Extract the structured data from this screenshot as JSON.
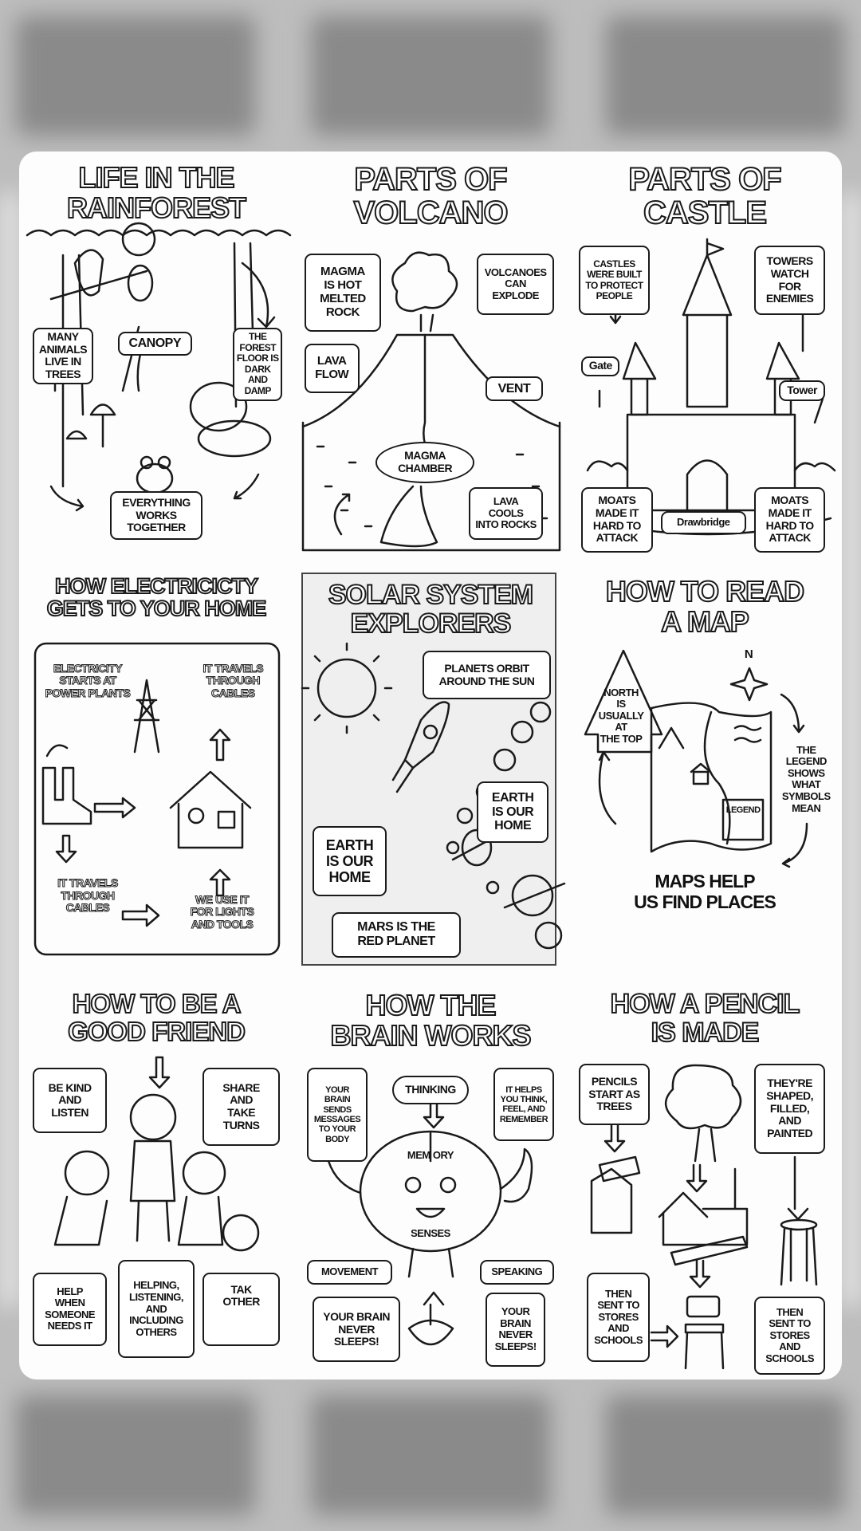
{
  "panels": [
    {
      "title": "LIFE IN THE\nRAINFOREST",
      "labels": [
        "MANY\nANIMALS\nLIVE IN\nTREES",
        "CANOPY",
        "THE\nFOREST\nFLOOR IS\nDARK\nAND DAMP",
        "EVERYTHING\nWORKS\nTOGETHER"
      ]
    },
    {
      "title": "PARTS OF\nVOLCANO",
      "labels": [
        "MAGMA\nIS HOT\nMELTED\nROCK",
        "VOLCANOES\nCAN\nEXPLODE",
        "LAVA\nFLOW",
        "VENT",
        "MAGMA\nCHAMBER",
        "LAVA\nCOOLS\nINTO ROCKS"
      ]
    },
    {
      "title": "PARTS OF\nCASTLE",
      "labels": [
        "CASTLES\nWERE BUILT\nTO PROTECT\nPEOPLE",
        "TOWERS\nWATCH\nFOR\nENEMIES",
        "Gate",
        "Tower",
        "MOATS\nMADE IT\nHARD TO\nATTACK",
        "Drawbridge",
        "MOATS\nMADE IT\nHARD TO\nATTACK"
      ]
    },
    {
      "title": "HOW ELECTRICICTY\nGETS TO YOUR HOME",
      "labels": [
        "ELECTRICITY\nSTARTS AT\nPOWER PLANTS",
        "IT TRAVELS\nTHROUGH\nCABLES",
        "IT TRAVELS\nTHROUGH\nCABLES",
        "WE USE IT\nFOR LIGHTS\nAND TOOLS"
      ]
    },
    {
      "title": "SOLAR SYSTEM\nEXPLORERS",
      "labels": [
        "PLANETS ORBIT\nAROUND THE SUN",
        "EARTH\nIS OUR\nHOME",
        "EARTH\nIS OUR\nHOME",
        "MARS IS THE\nRED PLANET"
      ]
    },
    {
      "title": "HOW TO READ\nA MAP",
      "labels": [
        "N",
        "NORTH\nIS\nUSUALLY\nAT\nTHE TOP",
        "THE\nLEGEND\nSHOWS\nWHAT\nSYMBOLS\nMEAN",
        "LEGEND",
        "MAPS HELP\nUS FIND PLACES"
      ]
    },
    {
      "title": "HOW TO BE A\nGOOD FRIEND",
      "labels": [
        "BE KIND\nAND\nLISTEN",
        "SHARE\nAND\nTAKE\nTURNS",
        "HELP\nWHEN\nSOMEONE\nNEEDS IT",
        "HELPING,\nLISTENING,\nAND\nINCLUDING\nOTHERS",
        "TAK\nOTHER"
      ]
    },
    {
      "title": "HOW THE\nBRAIN WORKS",
      "labels": [
        "YOUR\nBRAIN\nSENDS\nMESSAGES\nTO YOUR\nBODY",
        "THINKING",
        "IT HELPS\nYOU THINK,\nFEEL, AND\nREMEMBER",
        "MEM ORY",
        "SENSES",
        "MOVEMENT",
        "SPEAKING",
        "YOUR BRAIN\nNEVER\nSLEEPS!",
        "YOUR\nBRAIN\nNEVER\nSLEEPS!"
      ]
    },
    {
      "title": "HOW A PENCIL\nIS MADE",
      "labels": [
        "PENCILS\nSTART AS\nTREES",
        "THEY'RE\nSHAPED,\nFILLED,\nAND\nPAINTED",
        "THEN\nSENT TO\nSTORES\nAND\nSCHOOLS",
        "THEN\nSENT TO\nSTORES\nAND\nSCHOOLS"
      ]
    }
  ]
}
